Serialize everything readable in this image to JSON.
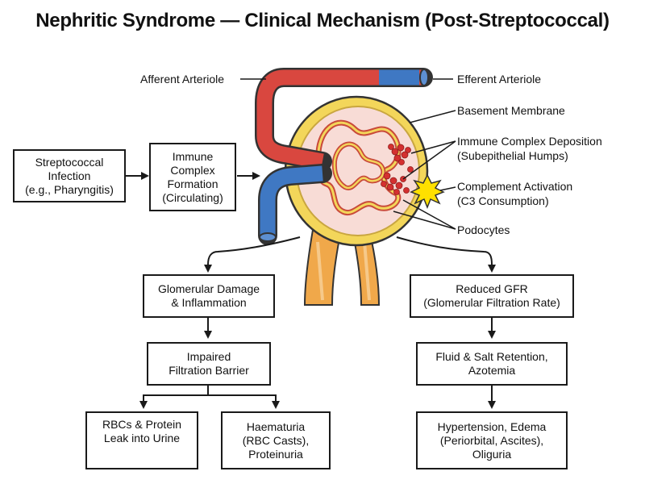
{
  "title": "Nephritic Syndrome — Clinical Mechanism (Post-Streptococcal)",
  "colors": {
    "arteriole_red": "#d9473f",
    "arteriole_blue": "#3f78c3",
    "capsule_yellow": "#f3d65a",
    "tubule_orange": "#f0a84a",
    "immune_red": "#d43030",
    "complement_yellow": "#ffe000"
  },
  "icons": {
    "rbc": "red-blood-cell-icon",
    "protein": "protein-strand-icon",
    "burst": "complement-burst-icon"
  },
  "labels": {
    "afferent": "Afferent Arteriole",
    "efferent": "Efferent Arteriole",
    "basement": "Basement Membrane",
    "immune_l1": "Immune Complex Deposition",
    "immune_l2": "(Subepithelial Humps)",
    "complement_l1": "Complement Activation",
    "complement_l2": "(C3 Consumption)",
    "podocytes": "Podocytes"
  },
  "boxes": {
    "strep": [
      "Streptococcal",
      "Infection",
      "(e.g., Pharyngitis)"
    ],
    "immune": [
      "Immune",
      "Complex",
      "Formation",
      "(Circulating)"
    ],
    "damage": [
      "Glomerular Damage",
      "& Inflammation"
    ],
    "barrier": [
      "Impaired",
      "Filtration Barrier"
    ],
    "leak": [
      "RBCs & Protein",
      "Leak into Urine"
    ],
    "haematuria": [
      "Haematuria",
      "(RBC Casts),",
      "Proteinuria"
    ],
    "gfr": [
      "Reduced GFR",
      "(Glomerular Filtration Rate)"
    ],
    "fluid": [
      "Fluid & Salt Retention,",
      "Azotemia"
    ],
    "htn": [
      "Hypertension, Edema",
      "(Periorbital, Ascites),",
      "Oliguria"
    ]
  }
}
